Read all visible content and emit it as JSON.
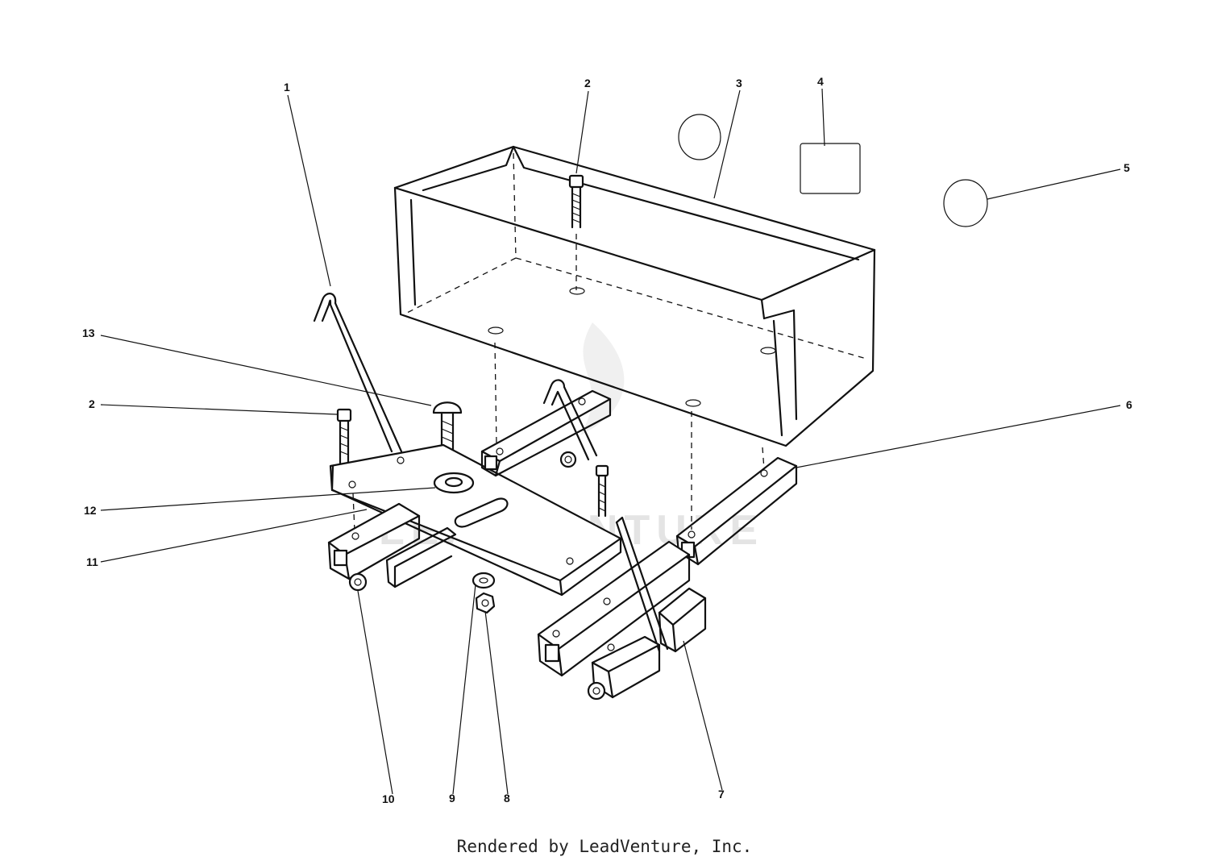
{
  "diagram": {
    "callouts": [
      "1",
      "2",
      "3",
      "4",
      "5",
      "13",
      "2",
      "6",
      "12",
      "11",
      "10",
      "9",
      "8",
      "7"
    ],
    "watermark": "LEADVENTURE"
  },
  "footer": {
    "text": "Rendered by LeadVenture, Inc."
  }
}
